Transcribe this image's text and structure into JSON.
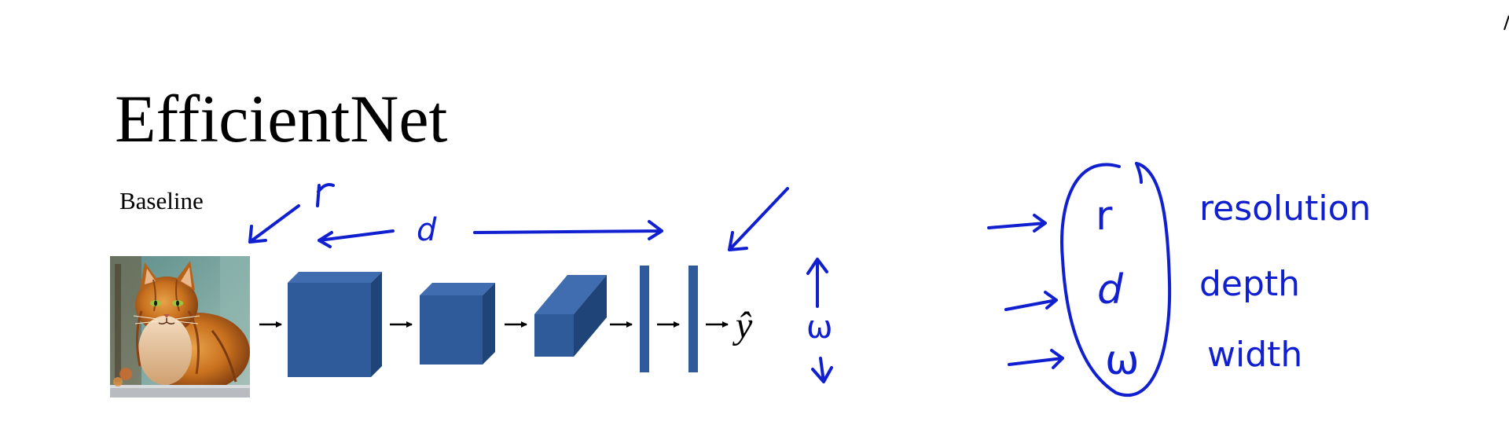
{
  "slide": {
    "title": "EfficientNet",
    "subtitle": "Baseline",
    "output_label": "ŷ"
  },
  "network": {
    "layers": [
      {
        "type": "input-image",
        "depicts": "cat-photo"
      },
      {
        "type": "conv-block-large"
      },
      {
        "type": "conv-block-medium"
      },
      {
        "type": "conv-block-elongated"
      },
      {
        "type": "fc-layer"
      },
      {
        "type": "fc-layer"
      },
      {
        "type": "output"
      }
    ]
  },
  "annotations": {
    "resolution_symbol": "r",
    "depth_symbol": "d",
    "width_symbol": "ω",
    "scaling_factors": [
      {
        "symbol": "r",
        "label": "resolution"
      },
      {
        "symbol": "d",
        "label": "depth"
      },
      {
        "symbol": "ω",
        "label": "width"
      }
    ]
  },
  "colors": {
    "block_front": "#2f5b9a",
    "block_top": "#3f6db0",
    "block_side": "#1f4478",
    "ink": "#1020d0",
    "title": "#000000"
  }
}
